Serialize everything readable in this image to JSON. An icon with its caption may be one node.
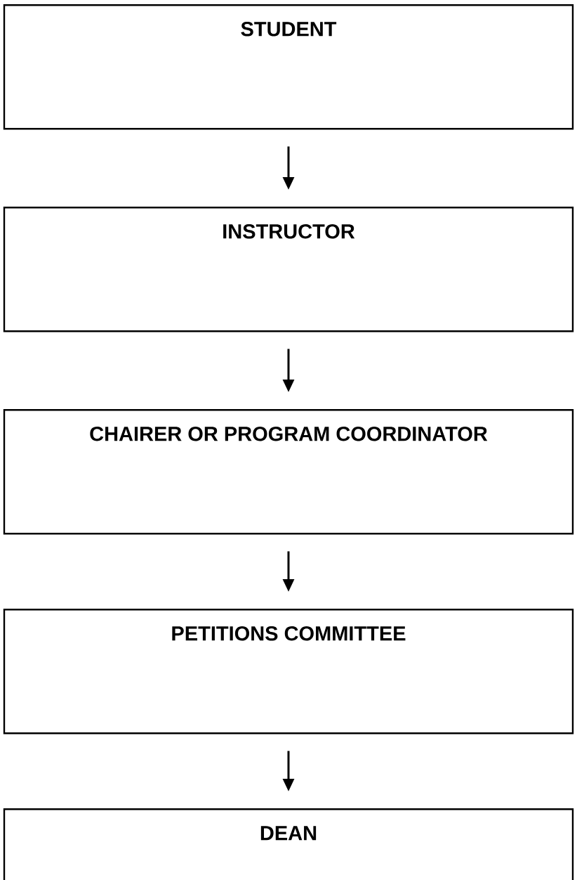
{
  "diagram": {
    "nodes": [
      {
        "text": [
          "STUDENT"
        ]
      },
      {
        "text": [
          "INSTRUCTOR"
        ]
      },
      {
        "text": [
          "CHAIRER OR PROGRAM COORDINATOR"
        ]
      },
      {
        "text": [
          "PETITIONS COMMITTEE"
        ]
      },
      {
        "text": [
          "DEAN"
        ]
      }
    ],
    "edges": [
      {
        "from": 0,
        "to": 1,
        "arrow": "to"
      },
      {
        "from": 1,
        "to": 2,
        "arrow": "to"
      },
      {
        "from": 2,
        "to": 3,
        "arrow": "to"
      },
      {
        "from": 3,
        "to": 4,
        "arrow": "to"
      }
    ]
  }
}
